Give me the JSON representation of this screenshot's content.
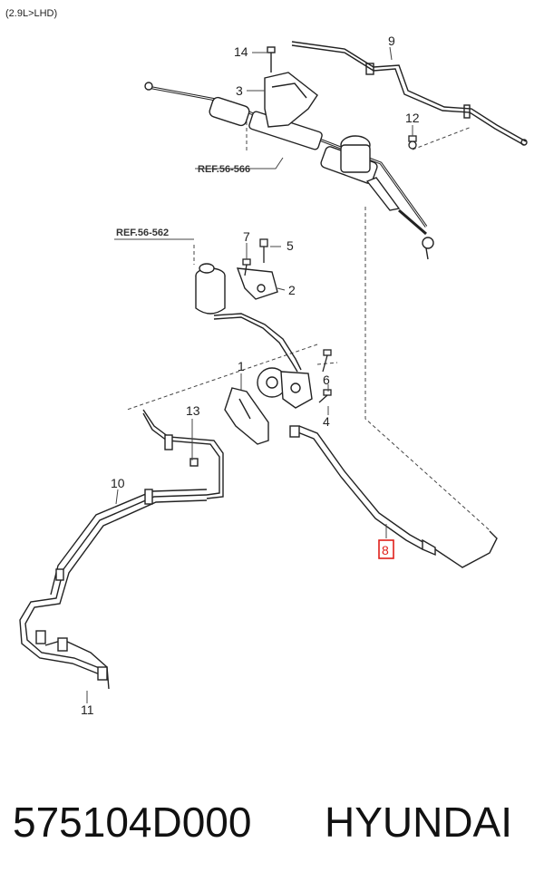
{
  "header": {
    "variant": "(2.9L>LHD)"
  },
  "references": {
    "ref_a": "REF.56-566",
    "ref_b": "REF.56-562"
  },
  "callouts": {
    "c1": "1",
    "c2": "2",
    "c3": "3",
    "c4": "4",
    "c5": "5",
    "c6": "6",
    "c7": "7",
    "c8": "8",
    "c9": "9",
    "c10": "10",
    "c11": "11",
    "c12": "12",
    "c13": "13",
    "c14": "14"
  },
  "highlight": {
    "callout": "8",
    "color": "#e0201a"
  },
  "footer": {
    "part_number": "575104D000",
    "brand": "HYUNDAI"
  }
}
